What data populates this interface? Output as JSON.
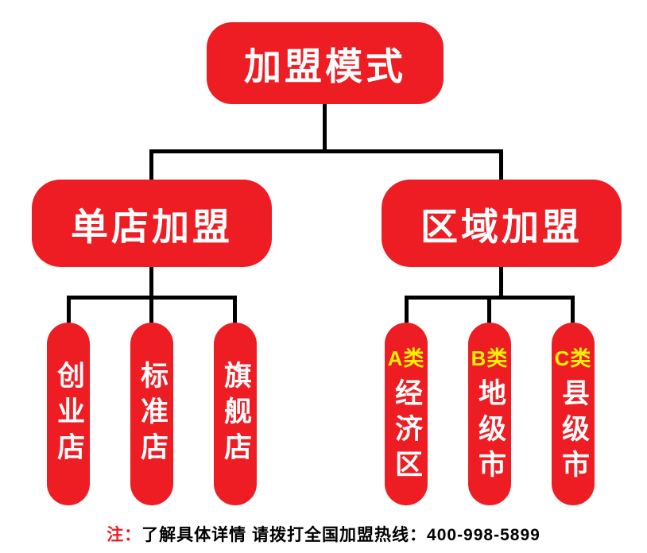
{
  "colors": {
    "node_red": "#ee1c23",
    "connector_black": "#000000",
    "highlight_yellow": "#fff100",
    "text_white": "#ffffff",
    "background": "#ffffff"
  },
  "root": {
    "label": "加盟模式"
  },
  "branches": [
    {
      "label": "单店加盟",
      "children": [
        {
          "chars": "创业店"
        },
        {
          "chars": "标准店"
        },
        {
          "chars": "旗舰店"
        }
      ]
    },
    {
      "label": "区域加盟",
      "children": [
        {
          "prefix": "A类",
          "chars": "经济区"
        },
        {
          "prefix": "B类",
          "chars": "地级市"
        },
        {
          "prefix": "C类",
          "chars": "县级市"
        }
      ]
    }
  ],
  "note": {
    "prefix": "注：",
    "body": "了解具体详情 请拨打全国加盟热线：",
    "phone": "400-998-5899"
  }
}
